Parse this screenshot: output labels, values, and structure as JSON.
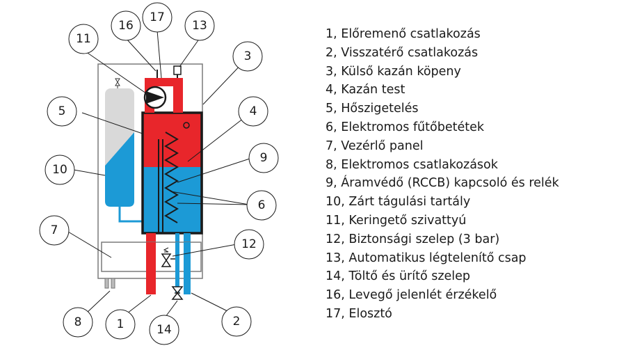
{
  "colors": {
    "hot": "#e8262b",
    "cold": "#1c9ad6",
    "tank_gray": "#d9d9d9",
    "outline": "#1a1a1a"
  },
  "icons": [
    "pump-icon",
    "air-vent-icon",
    "safety-valve-icon",
    "drain-valve-icon",
    "expansion-tank-icon",
    "heating-coil-icon"
  ],
  "callouts": [
    "1",
    "2",
    "3",
    "4",
    "5",
    "6",
    "7",
    "8",
    "9",
    "10",
    "11",
    "12",
    "13",
    "14",
    "16",
    "17"
  ],
  "legend": [
    "1, Előremenő csatlakozás",
    "2, Visszatérő csatlakozás",
    "3, Külső kazán köpeny",
    "4, Kazán test",
    "5, Hőszigetelés",
    "6, Elektromos fűtőbetétek",
    "7, Vezérlő panel",
    "8, Elektromos csatlakozások",
    "9, Áramvédő (RCCB) kapcsoló és relék",
    "10, Zárt tágulási tartály",
    "11, Keringető szivattyú",
    "12, Biztonsági szelep (3 bar)",
    "13, Automatikus légtelenítő csap",
    "14, Töltő és ürítő szelep",
    "16, Levegő jelenlét érzékelő",
    "17, Elosztó"
  ]
}
